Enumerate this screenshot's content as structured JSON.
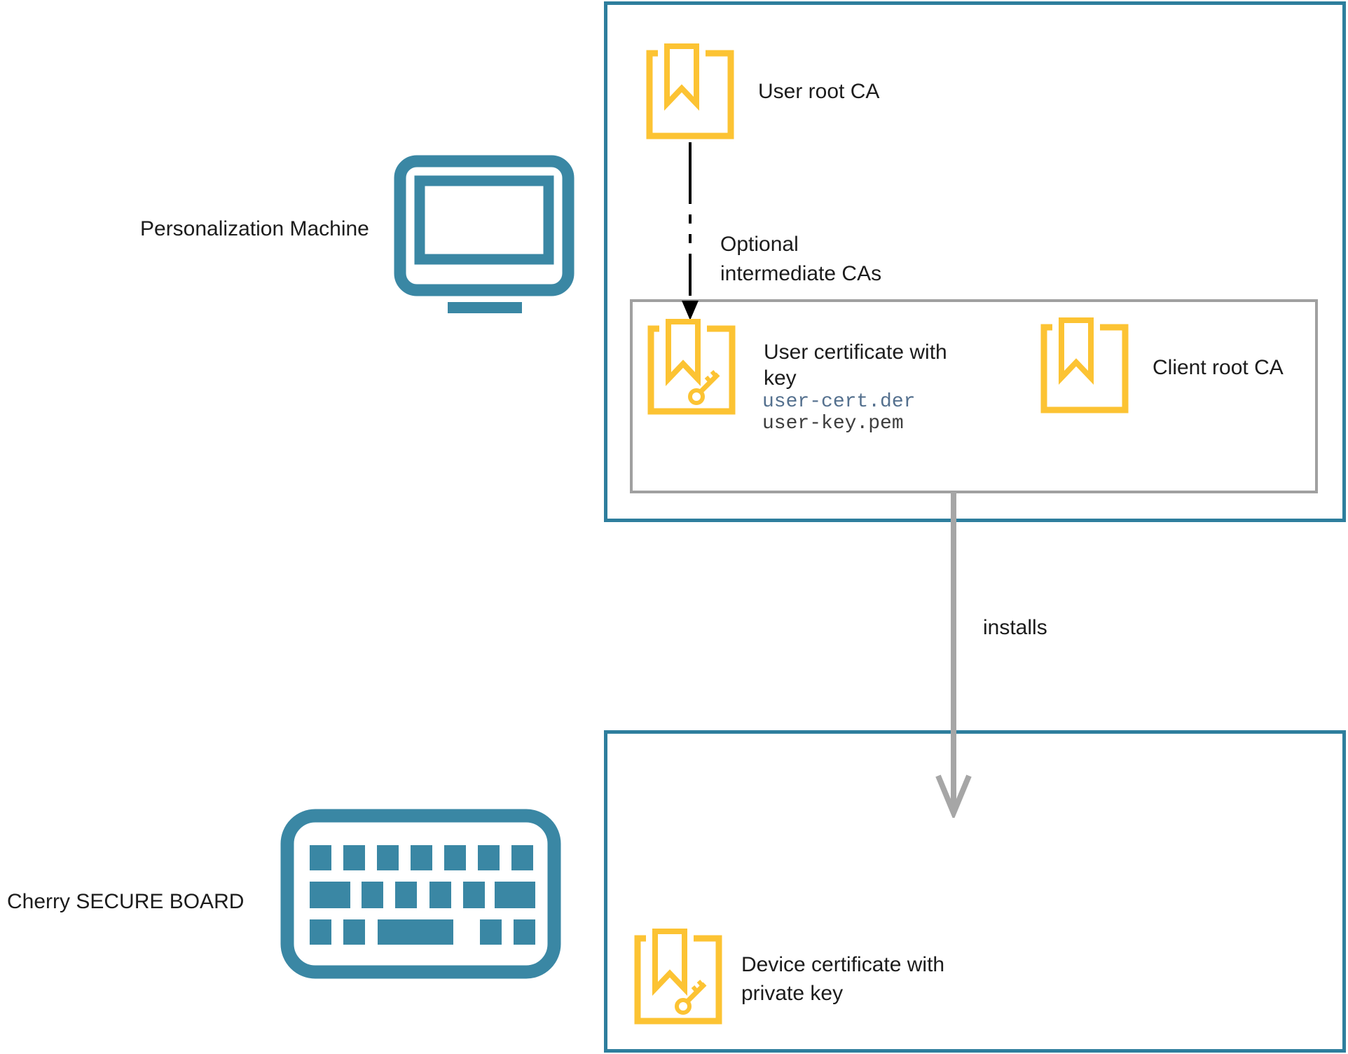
{
  "colors": {
    "teal_border": "#2E7E9D",
    "teal_icon": "#3A87A4",
    "certificate_gold": "#FCC333",
    "inner_box_border": "#A0A0A0",
    "installs_arrow_gray": "#A6A6A6",
    "text": "#1C1C1C",
    "cert_file_text": "#54708E",
    "key_file_text": "#3D3D3D"
  },
  "machines": {
    "personalization": {
      "label": "Personalization Machine"
    },
    "secure_board": {
      "label": "Cherry SECURE BOARD"
    }
  },
  "top_box": {
    "user_root_ca": {
      "label": "User root CA"
    },
    "intermediate_arrow": {
      "label": "Optional\nintermediate CAs"
    },
    "inner_box": {
      "user_cert": {
        "label": "User certificate with\nkey",
        "file1": "user-cert.der",
        "file2": "user-key.pem"
      },
      "client_root_ca": {
        "label": "Client root CA"
      }
    }
  },
  "installs_arrow": {
    "label": "installs"
  },
  "bottom_box": {
    "device_cert": {
      "label": "Device certificate with\nprivate key"
    }
  }
}
